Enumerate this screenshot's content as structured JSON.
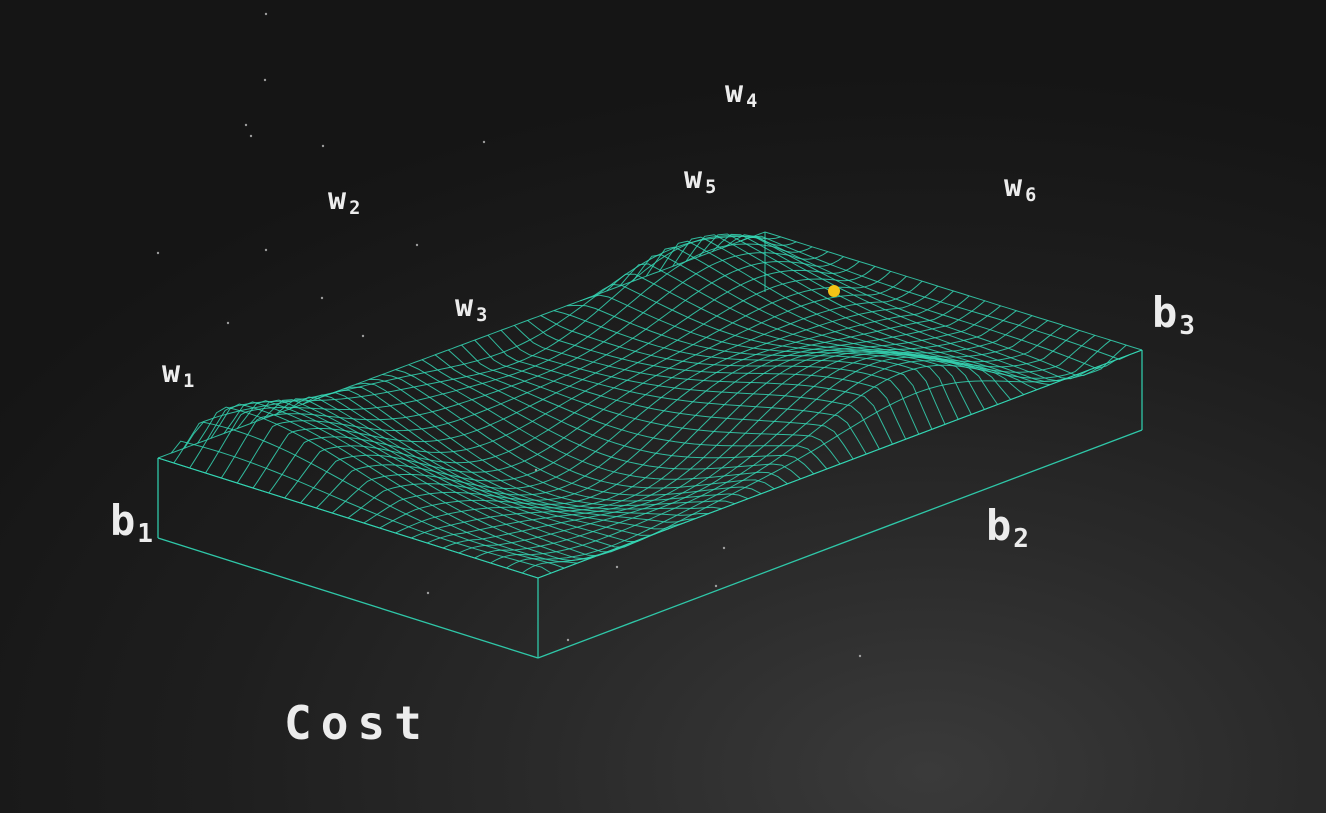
{
  "labels": {
    "w1": {
      "main": "w",
      "sub": "1"
    },
    "w2": {
      "main": "w",
      "sub": "2"
    },
    "w3": {
      "main": "w",
      "sub": "3"
    },
    "w4": {
      "main": "w",
      "sub": "4"
    },
    "w5": {
      "main": "w",
      "sub": "5"
    },
    "w6": {
      "main": "w",
      "sub": "6"
    },
    "b1": {
      "main": "b",
      "sub": "1"
    },
    "b2": {
      "main": "b",
      "sub": "2"
    },
    "b3": {
      "main": "b",
      "sub": "3"
    },
    "cost": "Cost"
  },
  "colors": {
    "mesh": "#35d6b4",
    "box": "#2fc7a8",
    "ball": "#f3c316",
    "text": "#ececec",
    "dust": "#bdbdbd"
  }
}
